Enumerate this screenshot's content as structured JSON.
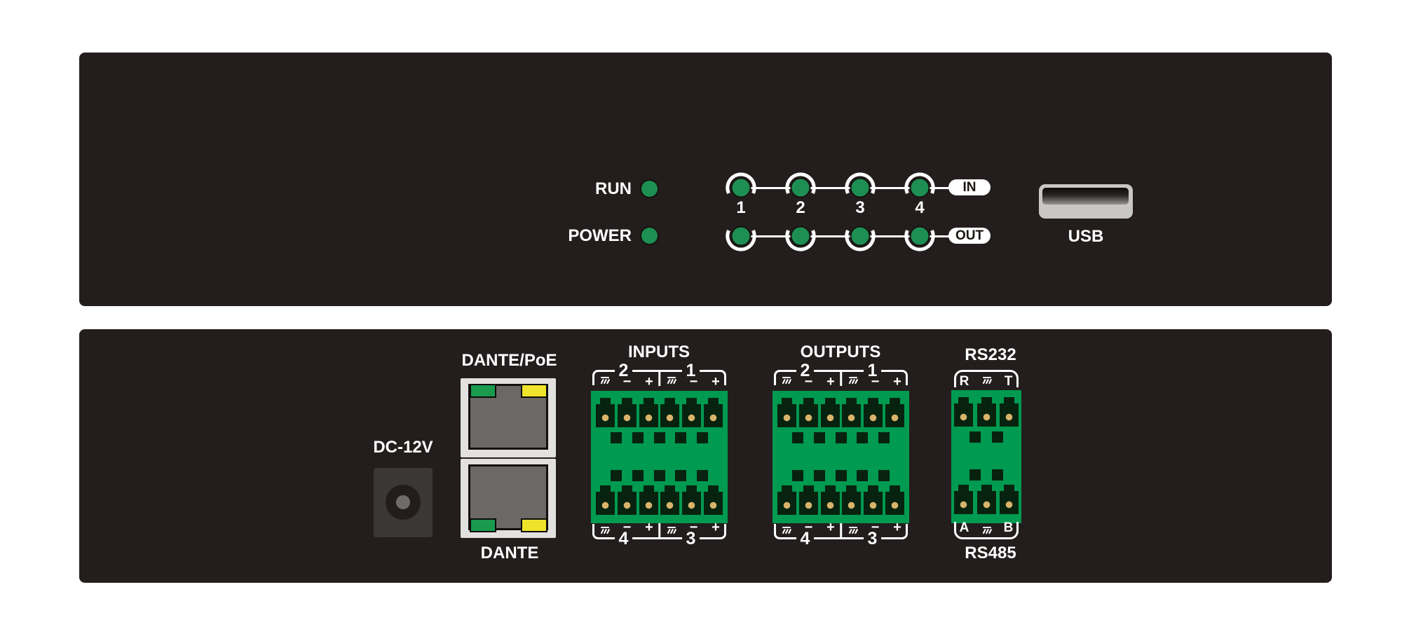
{
  "front": {
    "run_label": "RUN",
    "power_label": "POWER",
    "in_label": "IN",
    "out_label": "OUT",
    "usb_label": "USB",
    "channel_numbers": [
      "1",
      "2",
      "3",
      "4"
    ],
    "in_led_count": 4,
    "out_led_count": 4,
    "led_state": "green"
  },
  "rear": {
    "dc_label": "DC-12V",
    "dante_poe_label": "DANTE/PoE",
    "dante_label": "DANTE",
    "inputs": {
      "title": "INPUTS",
      "top_channels": [
        "2",
        "1"
      ],
      "bottom_channels": [
        "4",
        "3"
      ]
    },
    "outputs": {
      "title": "OUTPUTS",
      "top_channels": [
        "2",
        "1"
      ],
      "bottom_channels": [
        "4",
        "3"
      ]
    },
    "serial": {
      "rs232_label": "RS232",
      "rs232_pins": [
        "R",
        "T"
      ],
      "rs485_label": "RS485",
      "rs485_pins": [
        "A",
        "B"
      ]
    },
    "signs": {
      "minus": "−",
      "plus": "+"
    },
    "terminal_pin_order": [
      "ground",
      "minus",
      "plus"
    ]
  },
  "colors": {
    "panel": "#231E1D",
    "front_led_green": "#1E8F52",
    "terminal_block_green": "#009A50",
    "terminal_socket_dark": "#07230F",
    "contact_gold": "#D9B36A",
    "rj45_frame": "#E3E1E0",
    "rj45_inner_grey": "#6B6866",
    "rj45_led_green": "#199A4D",
    "rj45_led_yellow": "#EFE32B",
    "usb_body_grey": "#C9C7C6",
    "dc_jack_grey": "#3B3734",
    "marking_white": "#FFFFFF"
  }
}
